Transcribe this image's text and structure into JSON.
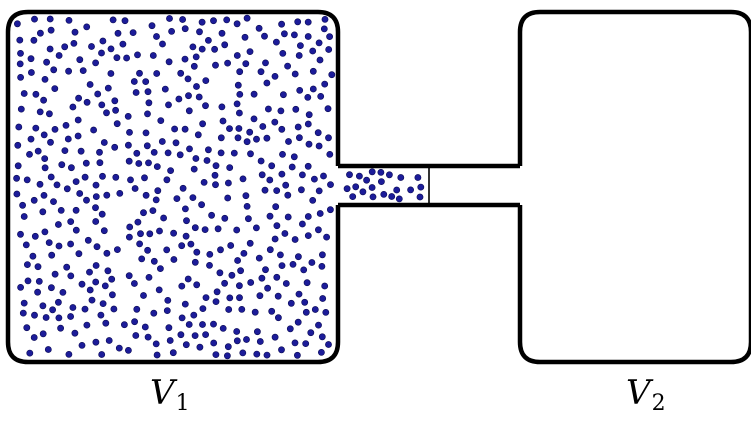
{
  "labels": {
    "left_container": {
      "main": "V",
      "sub": "1"
    },
    "right_container": {
      "main": "V",
      "sub": "2"
    }
  },
  "colors": {
    "stroke": "#000000",
    "particle": "#1c1c99",
    "particle_outline": "#0b0b55",
    "background": "#ffffff"
  },
  "particles": {
    "left_container_count": 520,
    "connecting_tube_count": 22,
    "right_container_count": 0
  }
}
